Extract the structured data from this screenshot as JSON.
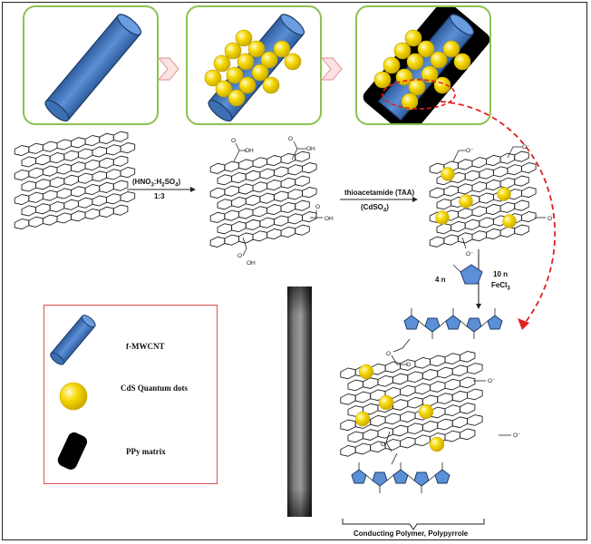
{
  "steps": {
    "step1": {
      "reagent": "(HNO3:H2SO4)",
      "ratio": "1:3"
    },
    "step2": {
      "reagent": "thioacetamide (TAA)",
      "cond": "(CdSO4)"
    },
    "step3": {
      "monomer": "4 n",
      "oxidant_n": "10 n",
      "oxidant": "FeCl3"
    }
  },
  "legend": {
    "items": [
      {
        "label": "f-MWCNT",
        "icon": "blue-cylinder-icon"
      },
      {
        "label": "CdS Quantum dots",
        "icon": "yellow-sphere-icon"
      },
      {
        "label": "PPy matrix",
        "icon": "black-block-icon"
      }
    ]
  },
  "product_label": "Conducting Polymer, Polypyrrole",
  "colors": {
    "nanotube_blue": "#4a7cc0",
    "quantum_dot_yellow": "#f5d800",
    "panel_border_green": "#8cc152",
    "arrow_red": "#e02020",
    "pyrrole_fill": "#5b8fd6"
  }
}
